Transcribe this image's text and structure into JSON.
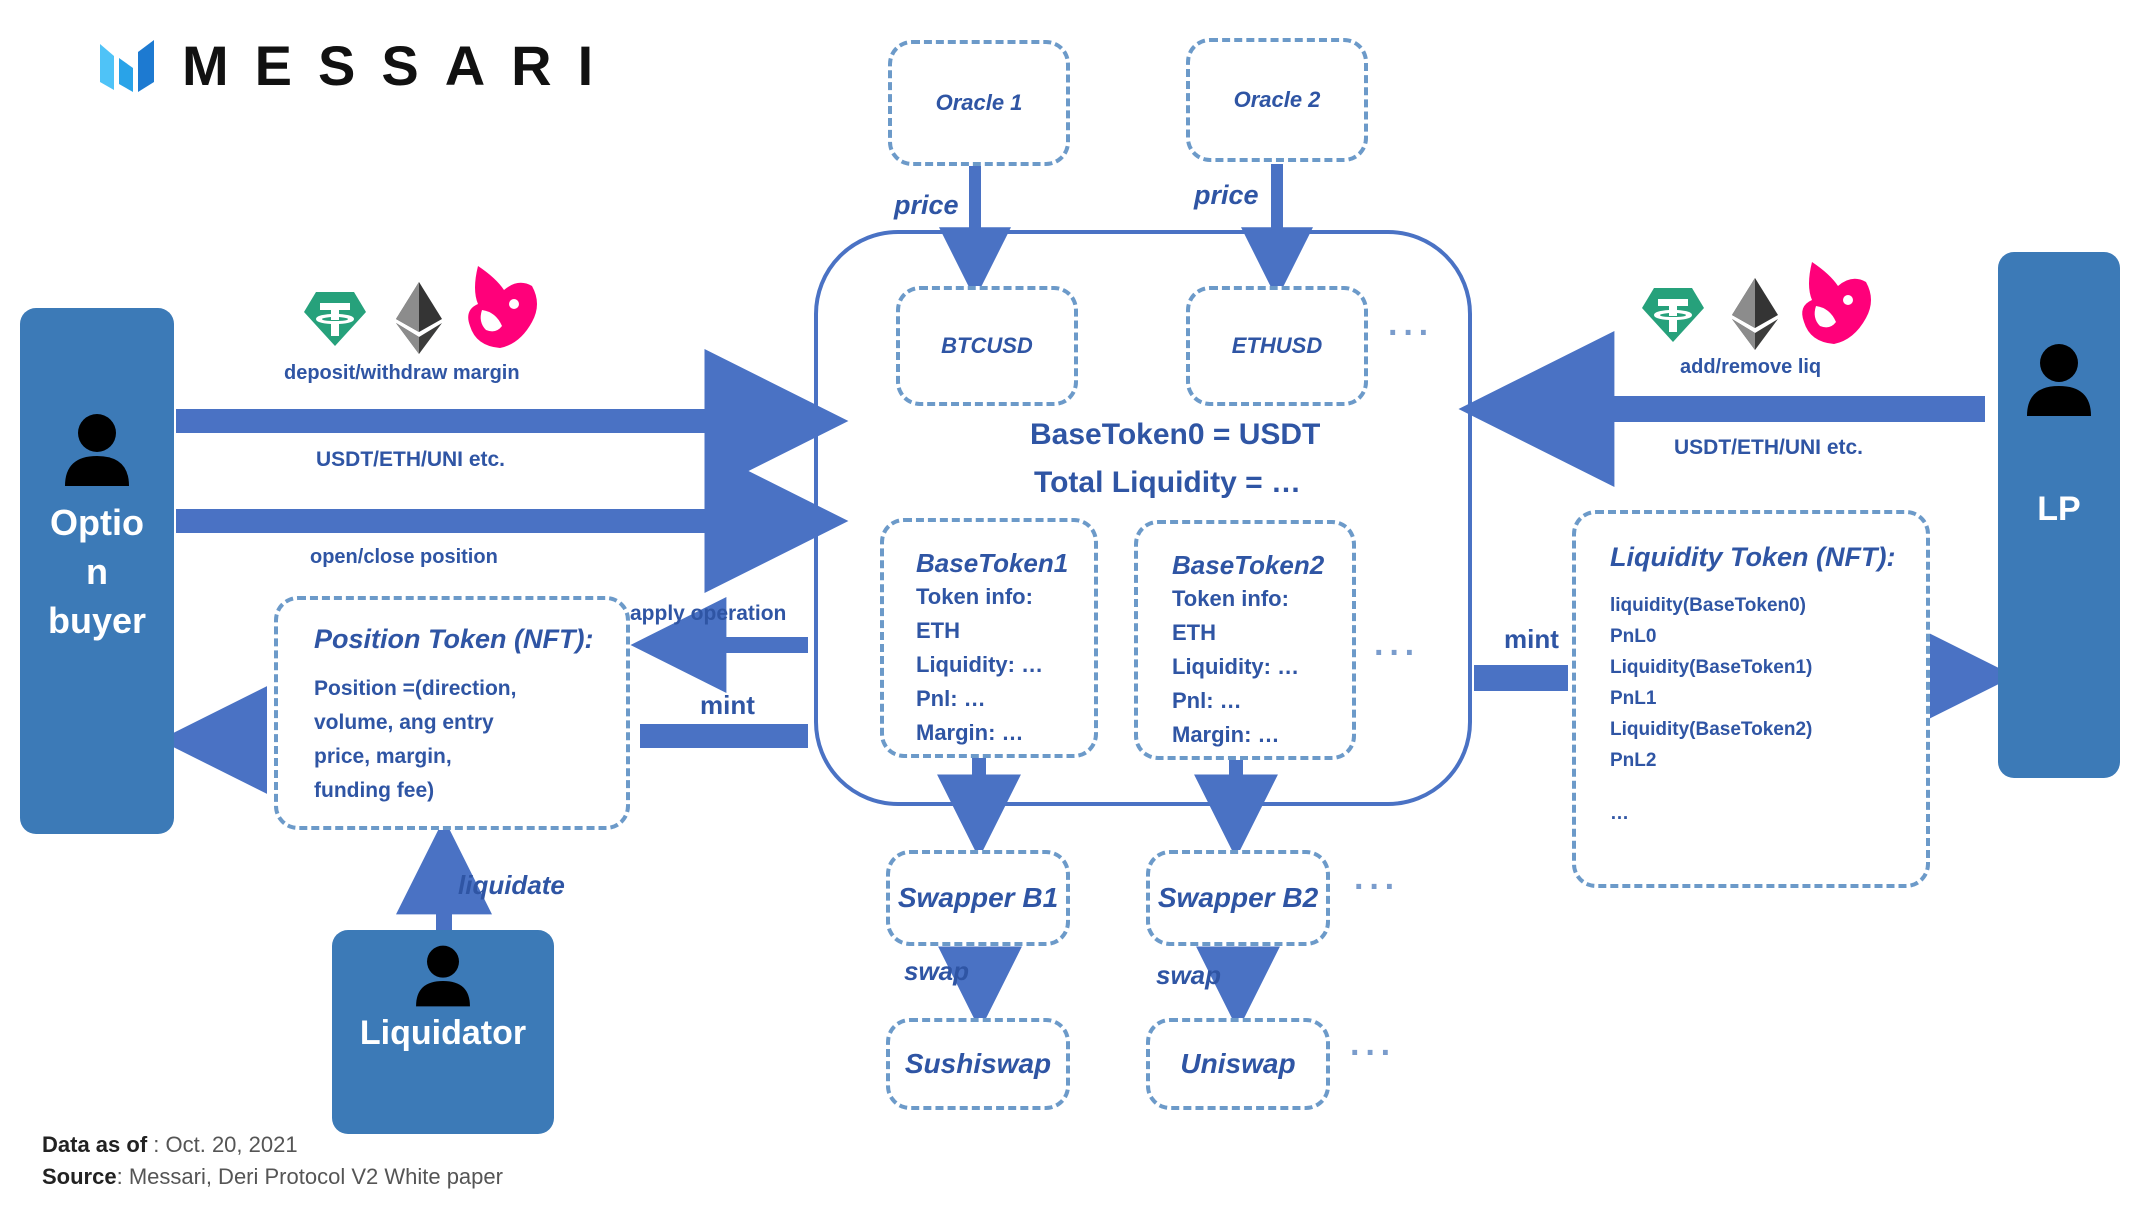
{
  "brand": {
    "name": "MESSARI"
  },
  "actors": {
    "option_buyer": "Optio\nn\nbuyer",
    "lp": "LP",
    "liquidator": "Liquidator"
  },
  "oracles": [
    "Oracle 1",
    "Oracle 2"
  ],
  "symbols": [
    "BTCUSD",
    "ETHUSD"
  ],
  "pool": {
    "base_token0": "BaseToken0 = USDT",
    "total_liquidity": "Total Liquidity = …",
    "base_tokens": [
      {
        "title": "BaseToken1",
        "lines": [
          "Token info:",
          "ETH",
          "Liquidity: …",
          "Pnl: …",
          "Margin: …"
        ]
      },
      {
        "title": "BaseToken2",
        "lines": [
          "Token info:",
          "ETH",
          "Liquidity: …",
          "Pnl: …",
          "Margin: …"
        ]
      }
    ]
  },
  "swappers": [
    "Swapper B1",
    "Swapper B2"
  ],
  "dexes": [
    "Sushiswap",
    "Uniswap"
  ],
  "position_token": {
    "title": "Position Token (NFT):",
    "body": "Position =(direction,\nvolume, ang entry\nprice, margin,\nfunding fee)"
  },
  "liquidity_token": {
    "title": "Liquidity Token (NFT):",
    "lines": [
      "liquidity(BaseToken0)",
      "PnL0",
      "Liquidity(BaseToken1)",
      "PnL1",
      "Liquidity(BaseToken2)",
      "PnL2",
      "…"
    ]
  },
  "labels": {
    "price1": "price",
    "price2": "price",
    "deposit": "deposit/withdraw margin",
    "usdt_left": "USDT/ETH/UNI etc.",
    "open_close": "open/close position",
    "apply_op": "apply operation",
    "mint_left": "mint",
    "add_remove": "add/remove liq",
    "usdt_right": "USDT/ETH/UNI etc.",
    "mint_right": "mint",
    "swap1": "swap",
    "swap2": "swap",
    "liquidate": "liquidate",
    "ellipsis": "···"
  },
  "footer": {
    "date_label": "Data as of",
    "date_value": " : Oct. 20, 2021",
    "source_label": "Source",
    "source_value": ": Messari, Deri Protocol V2 White paper"
  },
  "colors": {
    "primary": "#3c7ab7",
    "arrow": "#4a72c4",
    "dashed": "#6c9ac9",
    "text": "#2f55a4",
    "tether": "#26a17b",
    "uniswap": "#ff007a"
  }
}
